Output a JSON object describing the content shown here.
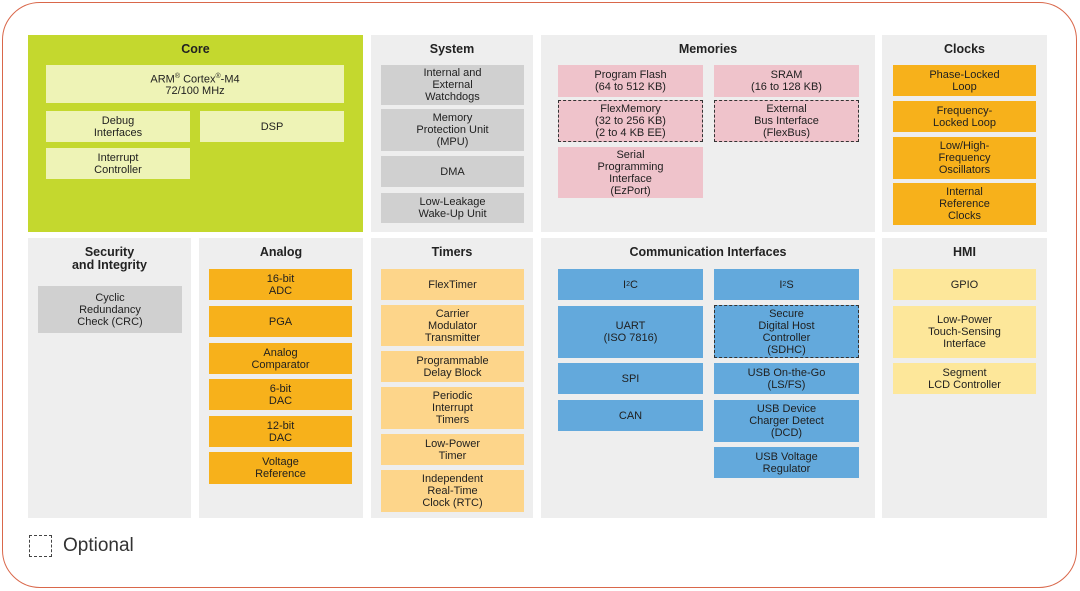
{
  "core": {
    "title": "Core",
    "arm_line1_pre": "ARM",
    "arm_reg": "®",
    "arm_line1_mid": " Cortex",
    "arm_line1_post": "-M4",
    "arm_line2": "72/100 MHz",
    "debug": "Debug\nInterfaces",
    "dsp": "DSP",
    "interrupt": "Interrupt\nController"
  },
  "system": {
    "title": "System",
    "items": [
      "Internal and\nExternal\nWatchdogs",
      "Memory\nProtection Unit\n(MPU)",
      "DMA",
      "Low-Leakage\nWake-Up Unit"
    ]
  },
  "memories": {
    "title": "Memories",
    "program_flash": "Program Flash\n(64 to 512 KB)",
    "flexmemory": "FlexMemory\n(32 to 256 KB)\n(2 to 4 KB EE)",
    "ezport": "Serial\nProgramming\nInterface\n(EzPort)",
    "sram": "SRAM\n(16 to 128 KB)",
    "flexbus": "External\nBus Interface\n(FlexBus)"
  },
  "clocks": {
    "title": "Clocks",
    "items": [
      "Phase-Locked\nLoop",
      "Frequency-\nLocked Loop",
      "Low/High-\nFrequency\nOscillators",
      "Internal\nReference\nClocks"
    ]
  },
  "security": {
    "title": "Security\nand Integrity",
    "crc": "Cyclic\nRedundancy\nCheck (CRC)"
  },
  "analog": {
    "title": "Analog",
    "items": [
      "16-bit\nADC",
      "PGA",
      "Analog\nComparator",
      "6-bit\nDAC",
      "12-bit\nDAC",
      "Voltage\nReference"
    ]
  },
  "timers": {
    "title": "Timers",
    "items": [
      "FlexTimer",
      "Carrier\nModulator\nTransmitter",
      "Programmable\nDelay Block",
      "Periodic\nInterrupt\nTimers",
      "Low-Power\nTimer",
      "Independent\nReal-Time\nClock (RTC)"
    ]
  },
  "comm": {
    "title": "Communication Interfaces",
    "i2c_pre": "I",
    "i2c_sup": "2",
    "i2c_post": "C",
    "i2s_pre": "I",
    "i2s_sup": "2",
    "i2s_post": "S",
    "uart": "UART\n(ISO 7816)",
    "spi": "SPI",
    "can": "CAN",
    "sdhc": "Secure\nDigital Host\nController\n(SDHC)",
    "usb_otg": "USB On-the-Go\n(LS/FS)",
    "usb_dcd": "USB Device\nCharger Detect\n(DCD)",
    "usb_vreg": "USB Voltage\nRegulator"
  },
  "hmi": {
    "title": "HMI",
    "items": [
      "GPIO",
      "Low-Power\nTouch-Sensing\nInterface",
      "Segment\nLCD Controller"
    ]
  },
  "legend": {
    "optional": "Optional"
  },
  "colors": {
    "frame": "#d9674a",
    "core_bg": "#c4d82e",
    "panel_bg": "#eeeeee",
    "orange": "#f7b11b",
    "blue": "#63a9dc",
    "pink": "#efc3cb",
    "tan": "#fdd58a",
    "pale_yellow": "#fde79a",
    "grey": "#d0d0d0"
  }
}
